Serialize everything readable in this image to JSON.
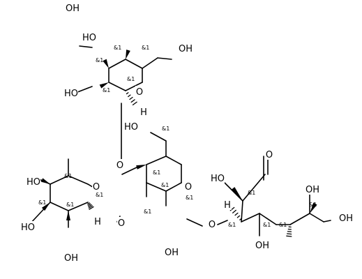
{
  "molecule": {
    "atoms": {
      "gal_o4": "OH",
      "gal_o3": "HO",
      "gal_o6": "OH",
      "gal_o2": "HO",
      "gal_ring_o": "O",
      "gal_h1": "H",
      "link_o3": "O",
      "glc_o6": "HO",
      "glc_ring_o": "O",
      "glc_o2": "OH",
      "link_o2": "O",
      "fuc_o4": "HO",
      "fuc_o3": "HO",
      "fuc_o2": "OH",
      "fuc_ring_o": "O",
      "fuc_h1": "H",
      "link_o1": "O",
      "ald_o": "O",
      "ald_o2": "HO",
      "ald_h3": "H",
      "ald_o4": "OH",
      "ald_o5": "OH",
      "ald_o6": "OH"
    },
    "stereo_label": "&1"
  }
}
